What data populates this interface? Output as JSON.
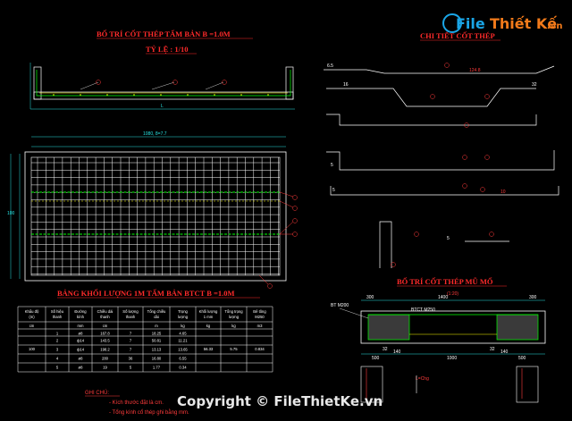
{
  "drawing": {
    "title_main": "BỐ TRÍ CỐT THÉP TẤM BẢN B =1.0M",
    "scale": "TỶ LỆ : 1/10",
    "title_detail": "CHI TIẾT CỐT THÉP",
    "title_mumo": "BỐ TRÍ CỐT THÉP MŨ MỐ",
    "mumo_scale": "(1:20)",
    "table_title": "BẢNG KHỐI LƯỢNG 1M TẤM BẢN BTCT B =1.0M",
    "notes_title": "GHI CHÚ:",
    "notes": [
      "- Kích thước đặt là cm.",
      "- Tổng kính cổ thép ghi bằng mm."
    ],
    "dims": {
      "d1400": "1400",
      "d300a": "300",
      "d300b": "300",
      "d500a": "500",
      "d1000": "1000",
      "d500b": "500",
      "d140a": "140",
      "d140b": "140",
      "d32a": "32",
      "d32b": "32",
      "btct": "BTCT M250",
      "bt": "BT M200",
      "l_mark": "L",
      "l_len": "L=Chg",
      "d124": "124.8",
      "d16": "16",
      "d32c": "32",
      "d5a": "5",
      "d5b": "5",
      "d5c": "5",
      "d65": "6.5",
      "d10": "10",
      "len_top": "1080, 8=7.7",
      "d100": "100"
    }
  },
  "table": {
    "headers": [
      "Khẩu độ (m)",
      "Số hiệu thanh",
      "Đường kính",
      "Chiều dài thanh",
      "Số lượng thanh",
      "Tổng chiều dài",
      "Trọng lượng",
      "Khối lượng 1 mm",
      "Tổng trọng lượng",
      "Bê tông M250"
    ],
    "units": [
      "cm",
      "",
      "mm",
      "cm",
      "",
      "m",
      "kg",
      "kg",
      "kg",
      "m3"
    ],
    "span": "100",
    "rows": [
      [
        "1",
        "ø8",
        "167.8",
        "7",
        "18.25",
        "4.65"
      ],
      [
        "2",
        "ф14",
        "143.5",
        "7",
        "50.81",
        "11.21"
      ],
      [
        "3",
        "ф14",
        "198.2",
        "7",
        "13.13",
        "13.65"
      ],
      [
        "4",
        "ø8",
        "280",
        "36",
        "16.80",
        "6.55"
      ],
      [
        "5",
        "ø8",
        "19",
        "5",
        "1.77",
        "0.34"
      ]
    ],
    "totals": [
      "56.33",
      "5.75",
      "0.834"
    ]
  },
  "watermark": {
    "logo_file": "File",
    "logo_rest": "Thiết Kế",
    "logo_vn": ".vn",
    "copyright": "Copyright © FileThietKe.vn"
  },
  "colors": {
    "background": "#000000",
    "title": "#ff2a2a",
    "steel_main": "#00ff00",
    "steel_sec": "#ffff00",
    "lines": "#ffffff",
    "dims": "#27e3e3",
    "marker": "#ff3b3b"
  }
}
